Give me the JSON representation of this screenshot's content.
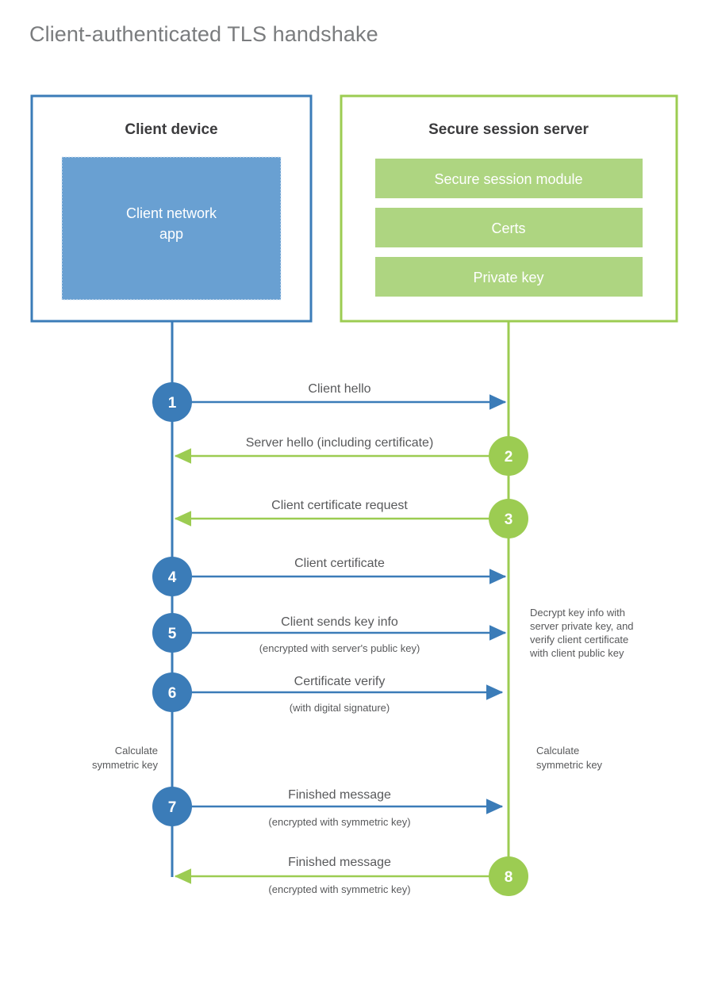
{
  "title": "Client-authenticated TLS handshake",
  "colors": {
    "blue": "#3b7cb8",
    "blue_fill": "#69a0d2",
    "green": "#9ccc52",
    "green_fill": "#aed581",
    "text": "#58595b",
    "title_text": "#7a7c7e",
    "background": "#ffffff"
  },
  "client": {
    "title": "Client device",
    "app_label": "Client network app"
  },
  "server": {
    "title": "Secure session server",
    "modules": [
      {
        "label": "Secure session module"
      },
      {
        "label": "Certs"
      },
      {
        "label": "Private key"
      }
    ]
  },
  "steps": [
    {
      "num": "1",
      "label": "Client hello",
      "sub": "",
      "direction": "client-to-server",
      "color": "blue"
    },
    {
      "num": "2",
      "label": "Server hello (including certificate)",
      "sub": "",
      "direction": "server-to-client",
      "color": "green"
    },
    {
      "num": "3",
      "label": "Client certificate request",
      "sub": "",
      "direction": "server-to-client",
      "color": "green"
    },
    {
      "num": "4",
      "label": "Client certificate",
      "sub": "",
      "direction": "client-to-server",
      "color": "blue"
    },
    {
      "num": "5",
      "label": "Client sends key info",
      "sub": "(encrypted with server's public key)",
      "direction": "client-to-server",
      "color": "blue"
    },
    {
      "num": "6",
      "label": "Certificate verify",
      "sub": "(with digital signature)",
      "direction": "client-to-server",
      "color": "blue"
    },
    {
      "num": "7",
      "label": "Finished message",
      "sub": "(encrypted with symmetric key)",
      "direction": "client-to-server",
      "color": "blue"
    },
    {
      "num": "8",
      "label": "Finished message",
      "sub": "(encrypted with symmetric key)",
      "direction": "server-to-client",
      "color": "green"
    }
  ],
  "notes": {
    "server_decrypt": [
      "Decrypt key info with",
      "server private key, and",
      "verify client certificate",
      "with client public key"
    ],
    "client_calc": [
      "Calculate",
      "symmetric key"
    ],
    "server_calc": [
      "Calculate",
      "symmetric key"
    ]
  }
}
